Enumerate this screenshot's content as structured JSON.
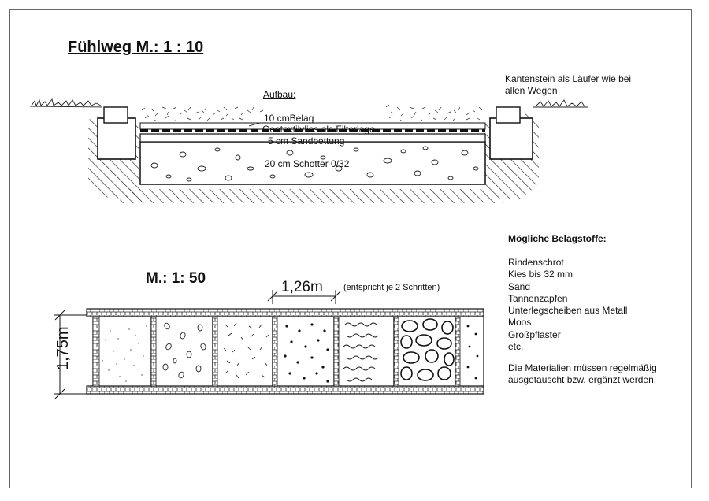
{
  "title": "Fühlweg  M.: 1 : 10",
  "section": {
    "heading": "Aufbau:",
    "layers": [
      "10 cmBelag",
      "Geotextilvlies als Filterlage",
      "5 cm Sandbettung",
      "20 cm Schotter 0/32"
    ],
    "curb_note": "Kantenstein als Läufer wie bei allen Wegen"
  },
  "plan": {
    "scale": "M.: 1: 50",
    "width_label": "1,26m",
    "width_note": "(entspricht je 2 Schritten)",
    "height_label": "1,75m"
  },
  "materials": {
    "heading": "Mögliche Belagstoffe:",
    "items": [
      "Rindenschrot",
      "Kies bis 32 mm",
      "Sand",
      "Tannenzapfen",
      "Unterlegscheiben aus Metall",
      "Moos",
      "Großpflaster",
      "etc."
    ],
    "note": "Die Materialien müssen regelmäßig ausgetauscht bzw. ergänzt werden."
  }
}
